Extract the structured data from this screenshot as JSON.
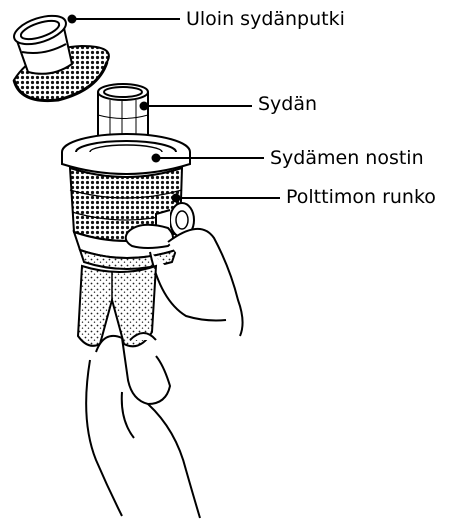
{
  "labels": {
    "outer_tube": "Uloin sydänputki",
    "wick": "Sydän",
    "wick_lifter": "Sydämen nostin",
    "burner_body": "Polttimon runko"
  },
  "colors": {
    "ink": "#000000",
    "background": "#ffffff"
  }
}
